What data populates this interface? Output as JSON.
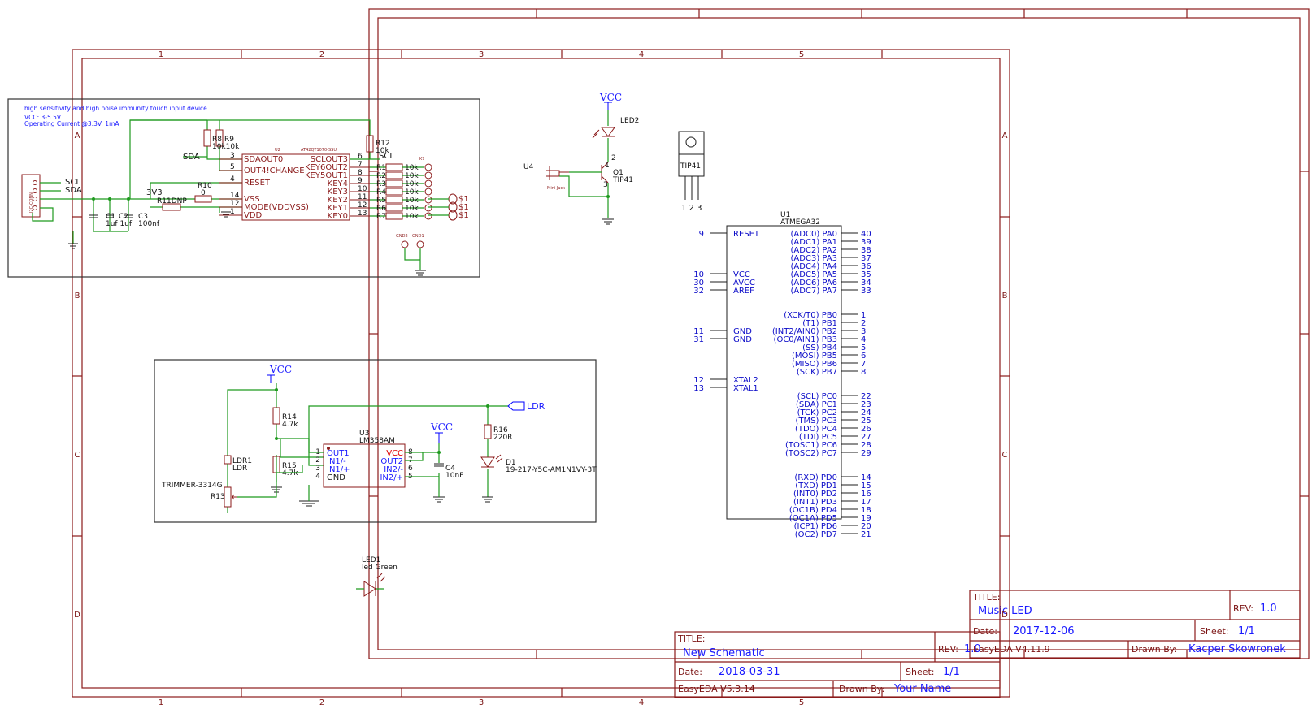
{
  "frames": {
    "back_columns": [
      "1",
      "2",
      "3",
      "4",
      "5"
    ],
    "back_rows": [
      "A",
      "B",
      "C",
      "D"
    ]
  },
  "touch_block": {
    "title": "high sensitivity and high noise immunity touch input device",
    "vcc_note": "VCC: 3-5.5V",
    "current_note": "Operating Current @3.3V: 1mA",
    "connector_label": "I2C-CONN",
    "scl": "SCL",
    "sda": "SDA",
    "sda_left": "SDA",
    "scl_right": "SCL",
    "net_3v3": "3V3",
    "u2_ref": "U2",
    "u2_part": "AT42QT1070-SSU",
    "u2_left_pins": [
      {
        "num": "3",
        "name": "SDAOUT0"
      },
      {
        "num": "5",
        "name": "OUT4!CHANGE"
      },
      {
        "num": "4",
        "name": "RESET"
      },
      {
        "num": "14",
        "name": "VSS"
      },
      {
        "num": "12",
        "name": "MODE(VDDVSS)"
      },
      {
        "num": "1",
        "name": "VDD"
      }
    ],
    "u2_right_pins": [
      {
        "num": "6",
        "name": "SCLOUT3"
      },
      {
        "num": "7",
        "name": "KEY6OUT2"
      },
      {
        "num": "8",
        "name": "KEY5OUT1"
      },
      {
        "num": "9",
        "name": "KEY4"
      },
      {
        "num": "10",
        "name": "KEY3"
      },
      {
        "num": "11",
        "name": "KEY2"
      },
      {
        "num": "12",
        "name": "KEY1"
      },
      {
        "num": "13",
        "name": "KEY0"
      }
    ],
    "r8": "R8",
    "r9": "R9",
    "r89_value": "10k10k",
    "r10": "R10",
    "r10_value": "0",
    "r11": "R11DNP",
    "r12": "R12",
    "r12_value": "10k",
    "c1": "C1",
    "c2": "C2",
    "c3": "C3",
    "c12_values": "1uf 1uf",
    "c3_value": "100nf",
    "key_resistors": [
      "R1",
      "R2",
      "R3",
      "R4",
      "R5",
      "R6",
      "R7"
    ],
    "key_res_value": "10k",
    "k7": "K7",
    "pads": "$1",
    "gnd2": "GND2",
    "gnd1": "GND1"
  },
  "ldr_block": {
    "vcc": "VCC",
    "vcc2": "VCC",
    "r14": "R14",
    "r14_value": "4.7k",
    "r15": "R15",
    "r15_value": "4.7k",
    "ldr1": "LDR1",
    "ldr1_value": "LDR",
    "trimmer": "TRIMMER-3314G",
    "r13": "R13",
    "u3": "U3",
    "u3_part": "LM358AM",
    "u3_left": [
      {
        "num": "1",
        "name": "OUT1"
      },
      {
        "num": "2",
        "name": "IN1/-"
      },
      {
        "num": "3",
        "name": "IN1/+"
      },
      {
        "num": "4",
        "name": "GND"
      }
    ],
    "u3_right": [
      {
        "num": "8",
        "name": "VCC"
      },
      {
        "num": "7",
        "name": "OUT2"
      },
      {
        "num": "6",
        "name": "IN2/-"
      },
      {
        "num": "5",
        "name": "IN2/+"
      }
    ],
    "c4": "C4",
    "c4_value": "10nF",
    "r16": "R16",
    "r16_value": "220R",
    "d1": "D1",
    "d1_value": "19-217-Y5C-AM1N1VY-3T",
    "ldr_net": "LDR"
  },
  "transistor_block": {
    "vcc": "VCC",
    "led2": "LED2",
    "u4": "U4",
    "jack": "Mini Jack",
    "q1": "Q1",
    "q1_value": "TIP41",
    "pin1": "1",
    "pin2": "2",
    "pin3": "3",
    "tip41_label": "TIP41",
    "tip41_pins": "1 2 3"
  },
  "led1": {
    "ref": "LED1",
    "value": "led Green"
  },
  "u1": {
    "ref": "U1",
    "part": "ATMEGA32",
    "left_pins": [
      {
        "num": "9",
        "name": "RESET"
      },
      {
        "num": "10",
        "name": "VCC"
      },
      {
        "num": "30",
        "name": "AVCC"
      },
      {
        "num": "32",
        "name": "AREF"
      },
      {
        "num": "11",
        "name": "GND"
      },
      {
        "num": "31",
        "name": "GND"
      },
      {
        "num": "12",
        "name": "XTAL2"
      },
      {
        "num": "13",
        "name": "XTAL1"
      }
    ],
    "right_pins": [
      {
        "num": "40",
        "name": "(ADC0) PA0"
      },
      {
        "num": "39",
        "name": "(ADC1) PA1"
      },
      {
        "num": "38",
        "name": "(ADC2) PA2"
      },
      {
        "num": "37",
        "name": "(ADC3) PA3"
      },
      {
        "num": "36",
        "name": "(ADC4) PA4"
      },
      {
        "num": "35",
        "name": "(ADC5) PA5"
      },
      {
        "num": "34",
        "name": "(ADC6) PA6"
      },
      {
        "num": "33",
        "name": "(ADC7) PA7"
      },
      {
        "num": "1",
        "name": "(XCK/T0) PB0"
      },
      {
        "num": "2",
        "name": "(T1) PB1"
      },
      {
        "num": "3",
        "name": "(INT2/AIN0) PB2"
      },
      {
        "num": "4",
        "name": "(OC0/AIN1) PB3"
      },
      {
        "num": "5",
        "name": "(SS) PB4"
      },
      {
        "num": "6",
        "name": "(MOSI) PB5"
      },
      {
        "num": "7",
        "name": "(MISO) PB6"
      },
      {
        "num": "8",
        "name": "(SCK) PB7"
      },
      {
        "num": "22",
        "name": "(SCL) PC0"
      },
      {
        "num": "23",
        "name": "(SDA) PC1"
      },
      {
        "num": "24",
        "name": "(TCK) PC2"
      },
      {
        "num": "25",
        "name": "(TMS) PC3"
      },
      {
        "num": "26",
        "name": "(TDO) PC4"
      },
      {
        "num": "27",
        "name": "(TDI) PC5"
      },
      {
        "num": "28",
        "name": "(TOSC1) PC6"
      },
      {
        "num": "29",
        "name": "(TOSC2) PC7"
      },
      {
        "num": "14",
        "name": "(RXD) PD0"
      },
      {
        "num": "15",
        "name": "(TXD) PD1"
      },
      {
        "num": "16",
        "name": "(INT0) PD2"
      },
      {
        "num": "17",
        "name": "(INT1) PD3"
      },
      {
        "num": "18",
        "name": "(OC1B) PD4"
      },
      {
        "num": "19",
        "name": "(OC1A) PD5"
      },
      {
        "num": "20",
        "name": "(ICP1) PD6"
      },
      {
        "num": "21",
        "name": "(OC2) PD7"
      }
    ]
  },
  "title_block_1": {
    "title_label": "TITLE:",
    "title": "Music LED",
    "rev_label": "REV:",
    "rev": "1.0",
    "date_label": "Date:",
    "date": "2017-12-06",
    "sheet_label": "Sheet:",
    "sheet": "1/1",
    "tool": "EasyEDA V4.11.9",
    "drawn_label": "Drawn By:",
    "drawn": "Kacper Skowronek"
  },
  "title_block_2": {
    "title_label": "TITLE:",
    "title": "New Schematic",
    "rev_label": "REV:",
    "rev": "1.0",
    "date_label": "Date:",
    "date": "2018-03-31",
    "sheet_label": "Sheet:",
    "sheet": "1/1",
    "tool": "EasyEDA V5.3.14",
    "drawn_label": "Drawn By:",
    "drawn": "Your Name"
  },
  "colors": {
    "frame": "#8b1a1a",
    "wire": "#1f9a1f",
    "text_blue": "#1a1aff",
    "pin_red": "#8b1a1a"
  }
}
